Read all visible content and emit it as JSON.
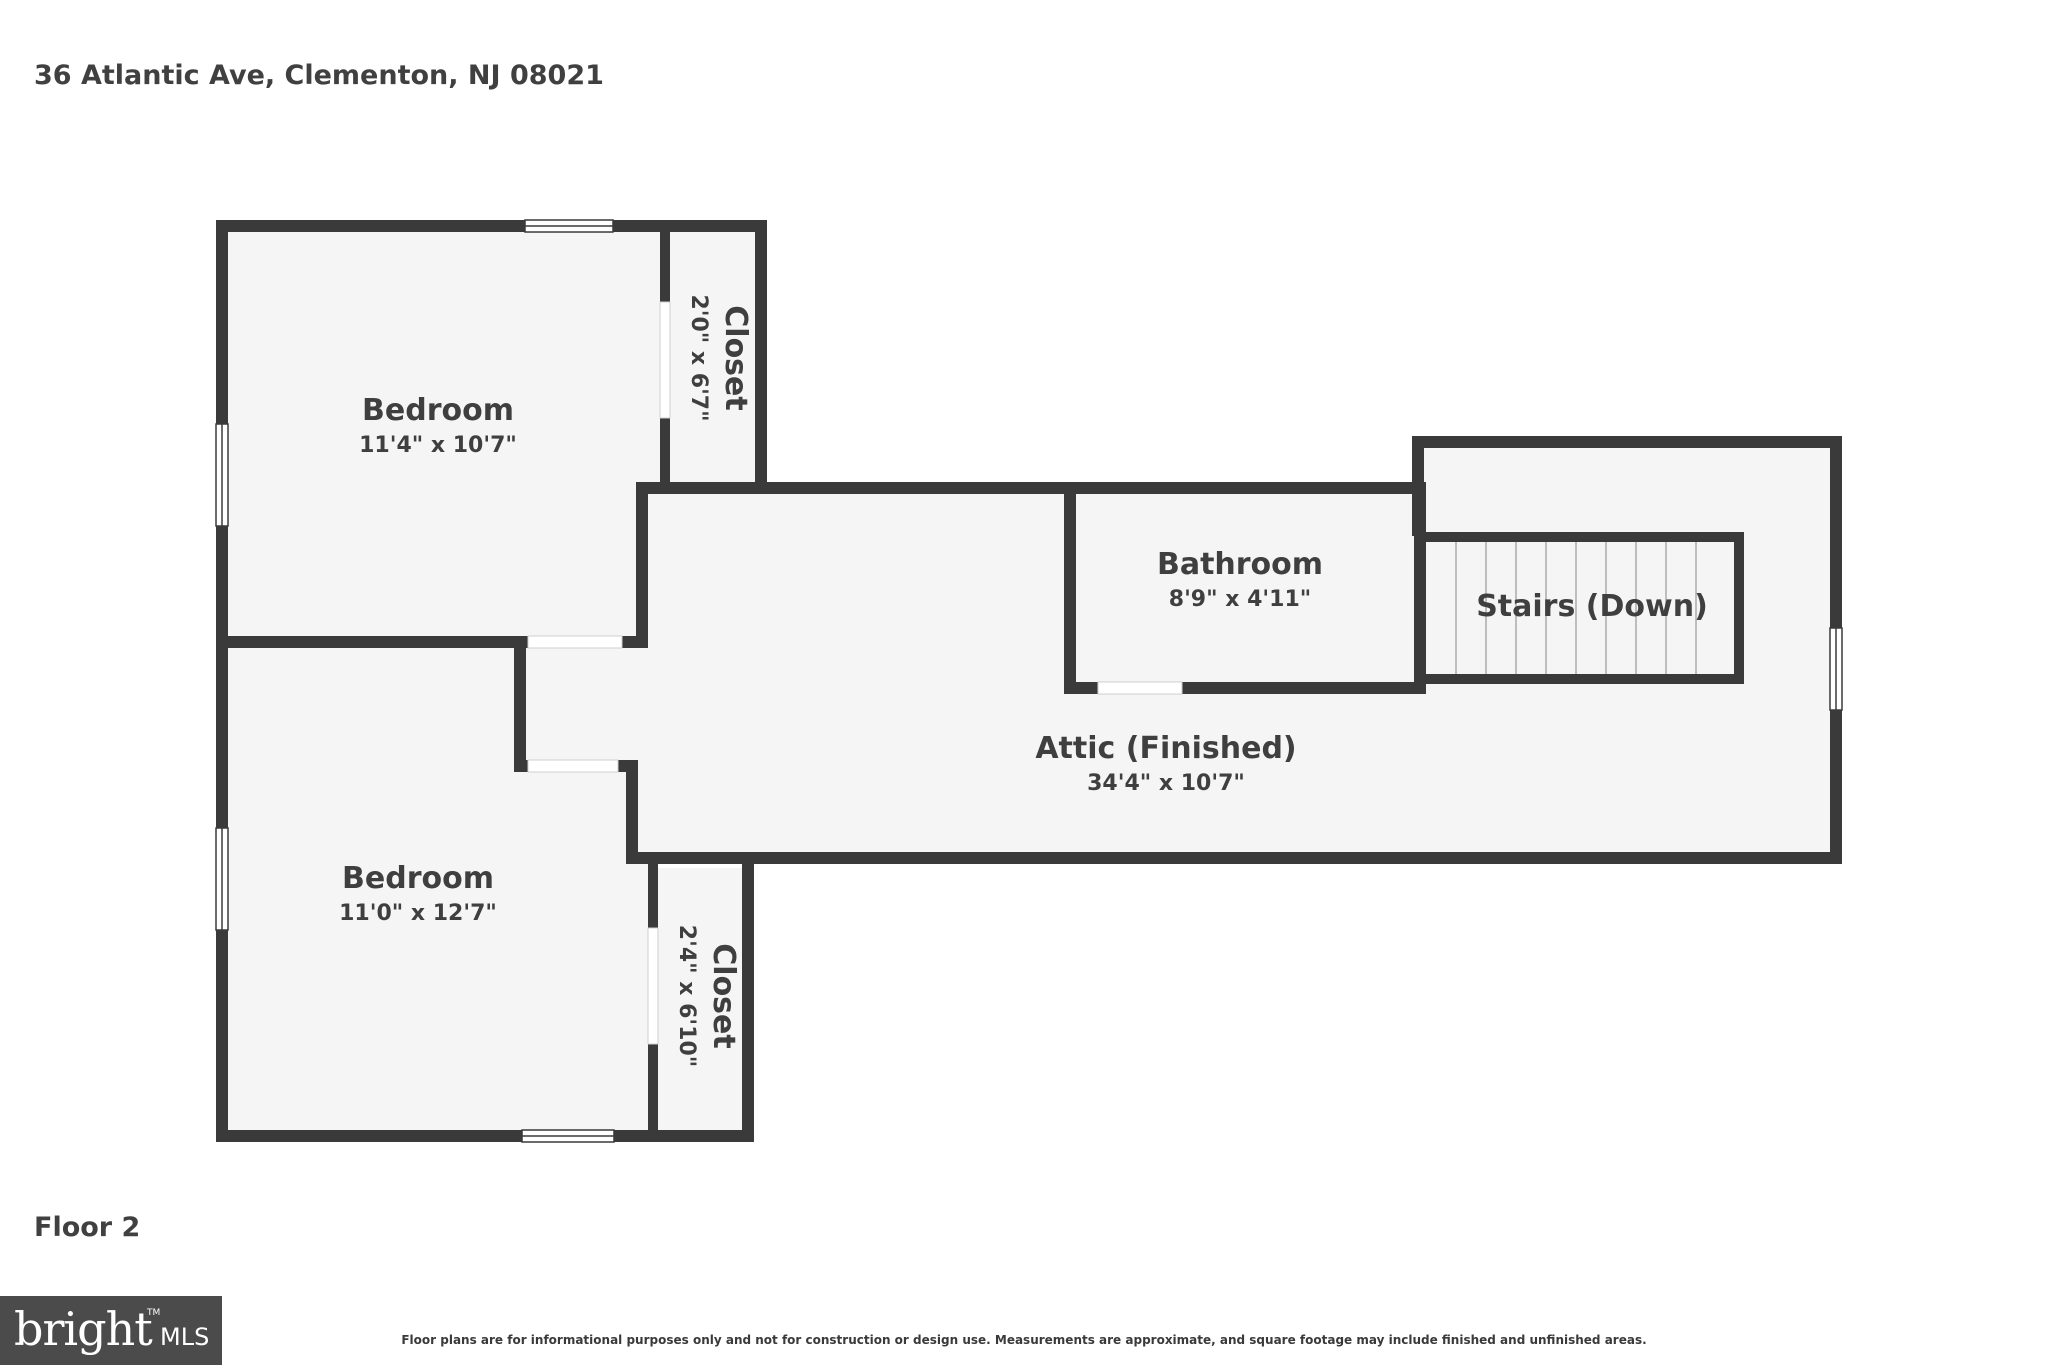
{
  "header": {
    "address": "36 Atlantic Ave, Clementon, NJ 08021"
  },
  "footer": {
    "floor_label": "Floor 2",
    "disclaimer": "Floor plans are for informational purposes only and not for construction or design use. Measurements are approximate, and square footage may include finished and unfinished areas.",
    "logo_word": "bright",
    "logo_suffix": "MLS",
    "logo_tm": "TM"
  },
  "rooms": {
    "bedroom1": {
      "name": "Bedroom",
      "dims": "11'4\" x 10'7\""
    },
    "bedroom2": {
      "name": "Bedroom",
      "dims": "11'0\" x 12'7\""
    },
    "closet1": {
      "name": "Closet",
      "dims": "2'0\" x 6'7\""
    },
    "closet2": {
      "name": "Closet",
      "dims": "2'4\" x 6'10\""
    },
    "bathroom": {
      "name": "Bathroom",
      "dims": "8'9\" x 4'11\""
    },
    "stairs": {
      "name": "Stairs (Down)"
    },
    "attic": {
      "name": "Attic (Finished)",
      "dims": "34'4\" x 10'7\""
    }
  },
  "colors": {
    "wall": "#3a3a3a",
    "floor": "#f5f5f5",
    "text": "#3f3f3f"
  }
}
